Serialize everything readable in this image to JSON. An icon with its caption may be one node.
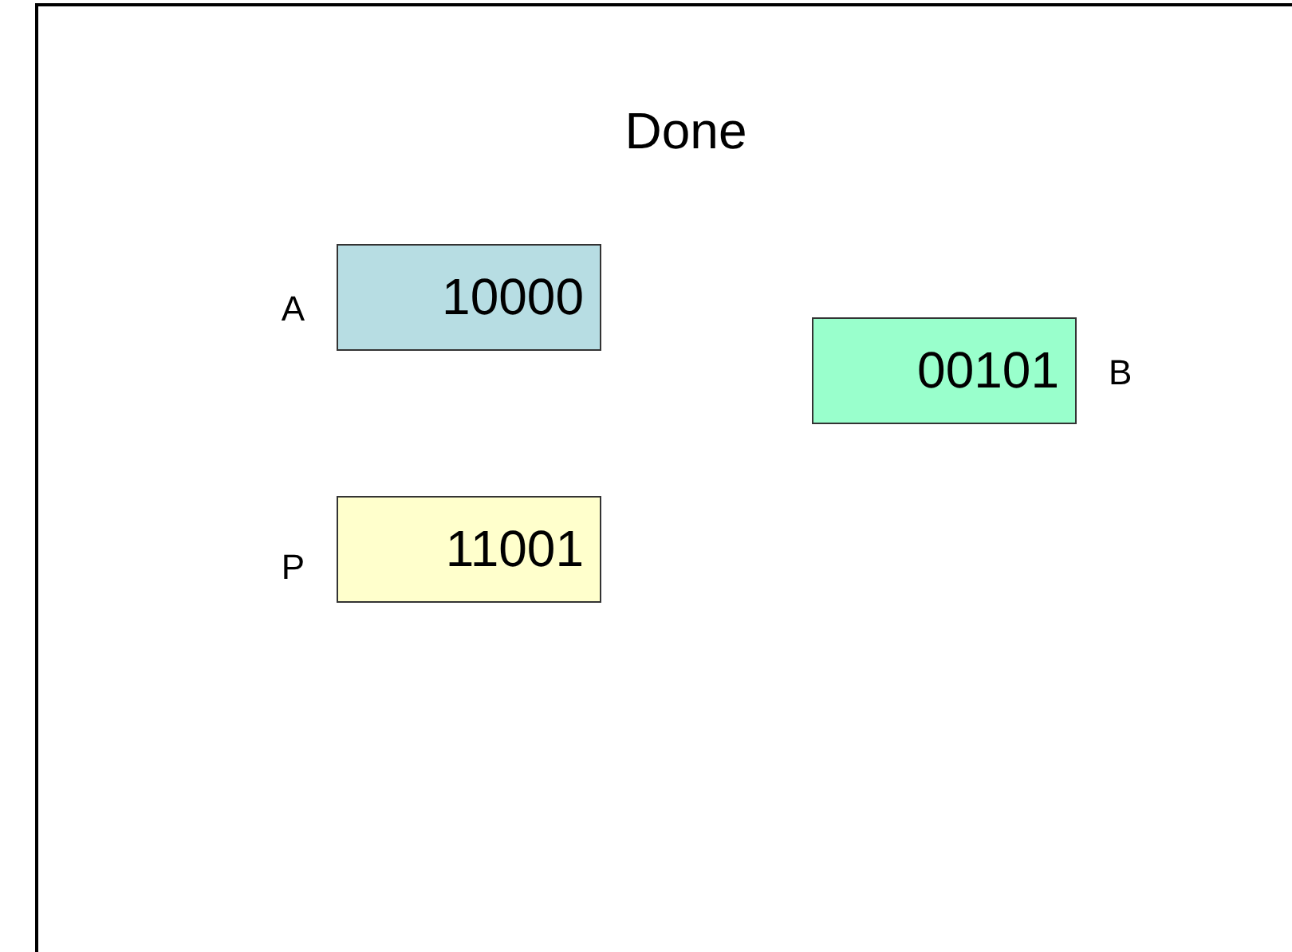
{
  "diagram": {
    "title": "Done",
    "nodes": [
      {
        "text": [
          "10000"
        ],
        "beside": [
          "A"
        ]
      },
      {
        "text": [
          "00101"
        ],
        "beside": [
          "B"
        ]
      },
      {
        "text": [
          "11001"
        ],
        "beside": [
          "P"
        ]
      }
    ]
  }
}
